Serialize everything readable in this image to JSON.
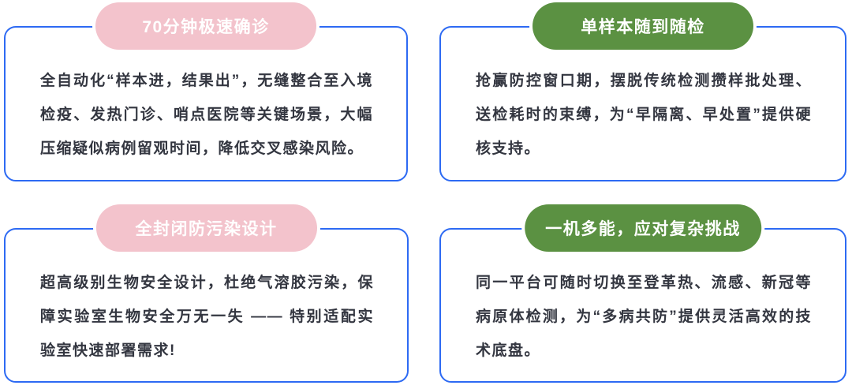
{
  "colors": {
    "card_border": "#2d6af3",
    "pink_badge": "#f3c3cc",
    "green_badge": "#5b9142",
    "badge_text": "#ffffff",
    "body_text": "#333640",
    "background": "#ffffff"
  },
  "cards": [
    {
      "id": "rapid-diagnosis",
      "header_color": "pink",
      "title": "70分钟极速确诊",
      "body": "全自动化“样本进，结果出”，无缝整合至入境检疫、发热门诊、哨点医院等关键场景，大幅压缩疑似病例留观时间，降低交叉感染风险。"
    },
    {
      "id": "single-sample-on-demand",
      "header_color": "green",
      "title": "单样本随到随检",
      "body": "抢赢防控窗口期，摆脱传统检测攒样批处理、送检耗时的束缚，为“早隔离、早处置”提供硬核支持。"
    },
    {
      "id": "sealed-anti-contamination",
      "header_color": "pink",
      "title": "全封闭防污染设计",
      "body": "超高级别生物安全设计，杜绝气溶胶污染，保障实验室生物安全万无一失 —— 特别适配实验室快速部署需求!"
    },
    {
      "id": "multi-function",
      "header_color": "green",
      "title": "一机多能，应对复杂挑战",
      "body": "同一平台可随时切换至登革热、流感、新冠等病原体检测，为“多病共防”提供灵活高效的技术底盘。"
    }
  ]
}
